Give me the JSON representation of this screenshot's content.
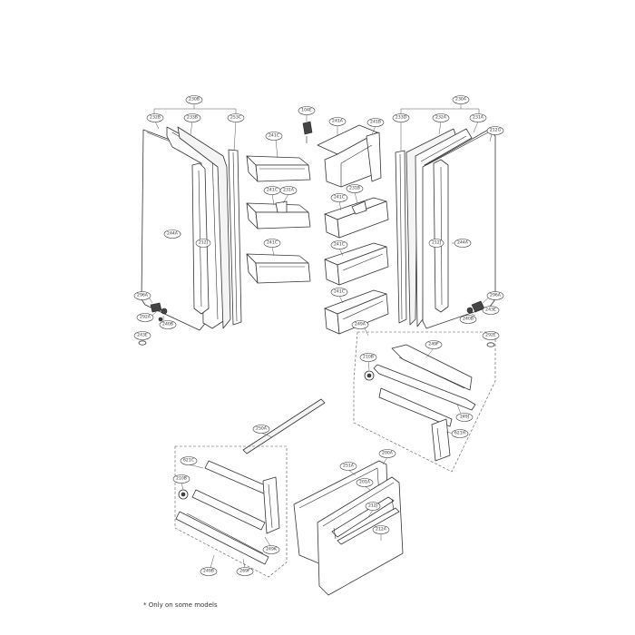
{
  "footnote": "* Only on some models",
  "callouts": {
    "l_230B": "230B",
    "l_232B": "232B",
    "l_233B": "233B",
    "l_253C": "253C",
    "l_244A_left": "244A",
    "l_212J_left": "212J",
    "l_296A_left": "296A",
    "l_292A_left": "292A",
    "l_240B_left": "240B",
    "l_243E_left": "243E",
    "l_104E": "104E",
    "l_241A": "241A",
    "l_241B": "241B",
    "l_241C_1": "241C",
    "l_241C_2": "241C",
    "l_241C_3": "241C",
    "l_231A": "231A",
    "l_231B": "231B",
    "l_241C_4": "241C",
    "l_241C_5": "241C",
    "l_241C_6": "241C",
    "l_230A": "230A",
    "l_233D": "233D",
    "l_232A": "232A",
    "l_231A_r": "231A",
    "l_212G": "212G",
    "l_212J_right": "212J",
    "l_244A_right": "244A",
    "l_296A_right": "296A",
    "l_240B_right": "240B",
    "l_243E_right": "243E",
    "l_292E": "292E",
    "l_249A": "249A",
    "l_249F": "249F",
    "l_210B_r": "210B",
    "l_249J": "249J",
    "l_621H": "621H",
    "l_250A": "250A",
    "l_251A": "251A",
    "l_201A": "201A",
    "l_200A": "200A",
    "l_212J_bottom": "212J",
    "l_212A": "212A",
    "l_621C": "621C",
    "l_210B_l": "210B",
    "l_249K": "249K",
    "l_269F": "269F",
    "l_249B": "249B"
  }
}
